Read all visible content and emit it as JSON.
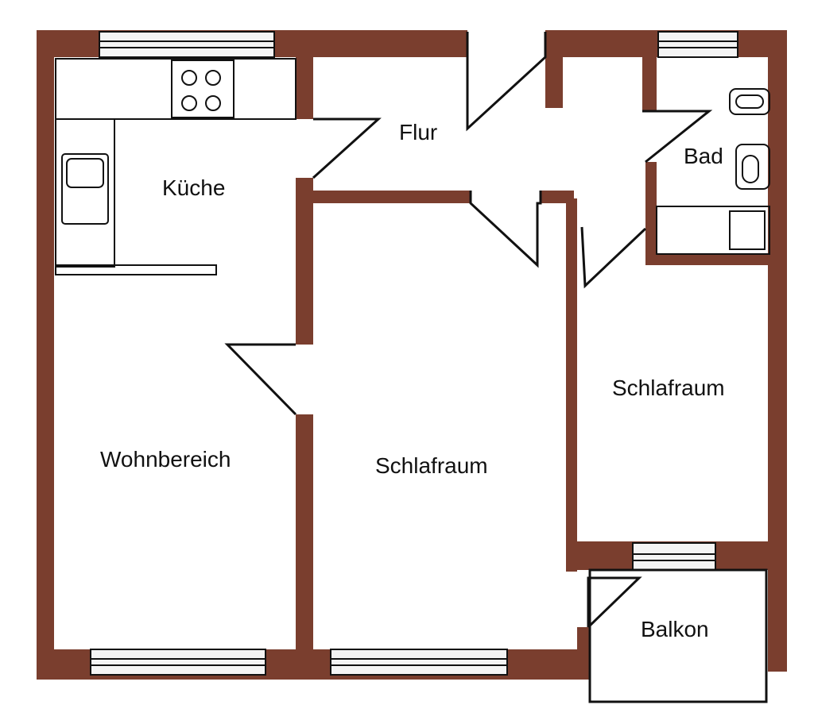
{
  "colors": {
    "wall": "#7a3e2e",
    "line": "#111111",
    "background": "#ffffff",
    "window_glass": "#f4f4f4"
  },
  "rooms": {
    "kitchen": "Küche",
    "hallway": "Flur",
    "bathroom": "Bad",
    "living": "Wohnbereich",
    "bedroom_main": "Schlafraum",
    "bedroom_small": "Schlafraum",
    "balcony": "Balkon"
  },
  "fixtures": {
    "stove": "stove-icon",
    "sink": "sink-icon",
    "washbasin": "washbasin-icon",
    "toilet": "toilet-icon",
    "bathtub": "bathtub-icon"
  }
}
